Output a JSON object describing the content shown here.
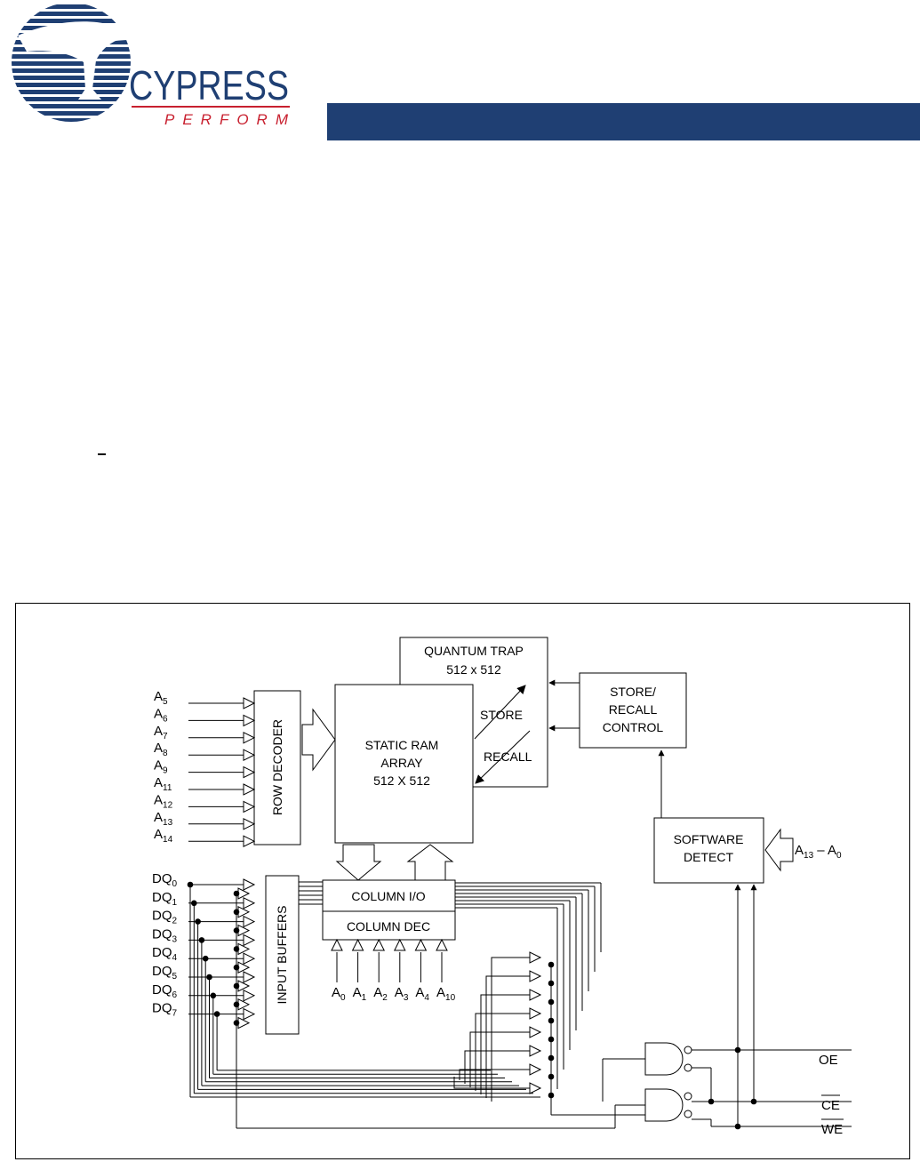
{
  "logo": {
    "brand": "CYPRESS",
    "tagline": "PERFORM",
    "colors": {
      "navy": "#1f3f73",
      "red": "#c8202f",
      "sky": "#ffffff"
    },
    "icon": "cypress-tree-globe-icon"
  },
  "header": {
    "bar_color": "#1f3f73"
  },
  "diagram": {
    "blocks": {
      "quantum_trap": [
        "QUANTUM TRAP",
        "512 x 512"
      ],
      "static_ram": [
        "STATIC RAM",
        "ARRAY",
        "512 X 512"
      ],
      "store": "STORE",
      "recall": "RECALL",
      "store_recall_control": [
        "STORE/",
        "RECALL",
        "CONTROL"
      ],
      "row_decoder": "ROW DECODER",
      "input_buffers": "INPUT BUFFERS",
      "column_io": "COLUMN I/O",
      "column_dec": "COLUMN DEC",
      "software_detect": [
        "SOFTWARE",
        "DETECT"
      ]
    },
    "row_address_inputs": [
      {
        "base": "A",
        "sub": "5"
      },
      {
        "base": "A",
        "sub": "6"
      },
      {
        "base": "A",
        "sub": "7"
      },
      {
        "base": "A",
        "sub": "8"
      },
      {
        "base": "A",
        "sub": "9"
      },
      {
        "base": "A",
        "sub": "11"
      },
      {
        "base": "A",
        "sub": "12"
      },
      {
        "base": "A",
        "sub": "13"
      },
      {
        "base": "A",
        "sub": "14"
      }
    ],
    "column_address_inputs": [
      {
        "base": "A",
        "sub": "0"
      },
      {
        "base": "A",
        "sub": "1"
      },
      {
        "base": "A",
        "sub": "2"
      },
      {
        "base": "A",
        "sub": "3"
      },
      {
        "base": "A",
        "sub": "4"
      },
      {
        "base": "A",
        "sub": "10"
      }
    ],
    "data_lines": [
      {
        "base": "DQ",
        "sub": "0"
      },
      {
        "base": "DQ",
        "sub": "1"
      },
      {
        "base": "DQ",
        "sub": "2"
      },
      {
        "base": "DQ",
        "sub": "3"
      },
      {
        "base": "DQ",
        "sub": "4"
      },
      {
        "base": "DQ",
        "sub": "5"
      },
      {
        "base": "DQ",
        "sub": "6"
      },
      {
        "base": "DQ",
        "sub": "7"
      }
    ],
    "software_detect_input": {
      "a": "A",
      "a_sub": "13",
      "dash": " – ",
      "b": "A",
      "b_sub": "0"
    },
    "control_pins": [
      "OE",
      "CE",
      "WE"
    ]
  }
}
